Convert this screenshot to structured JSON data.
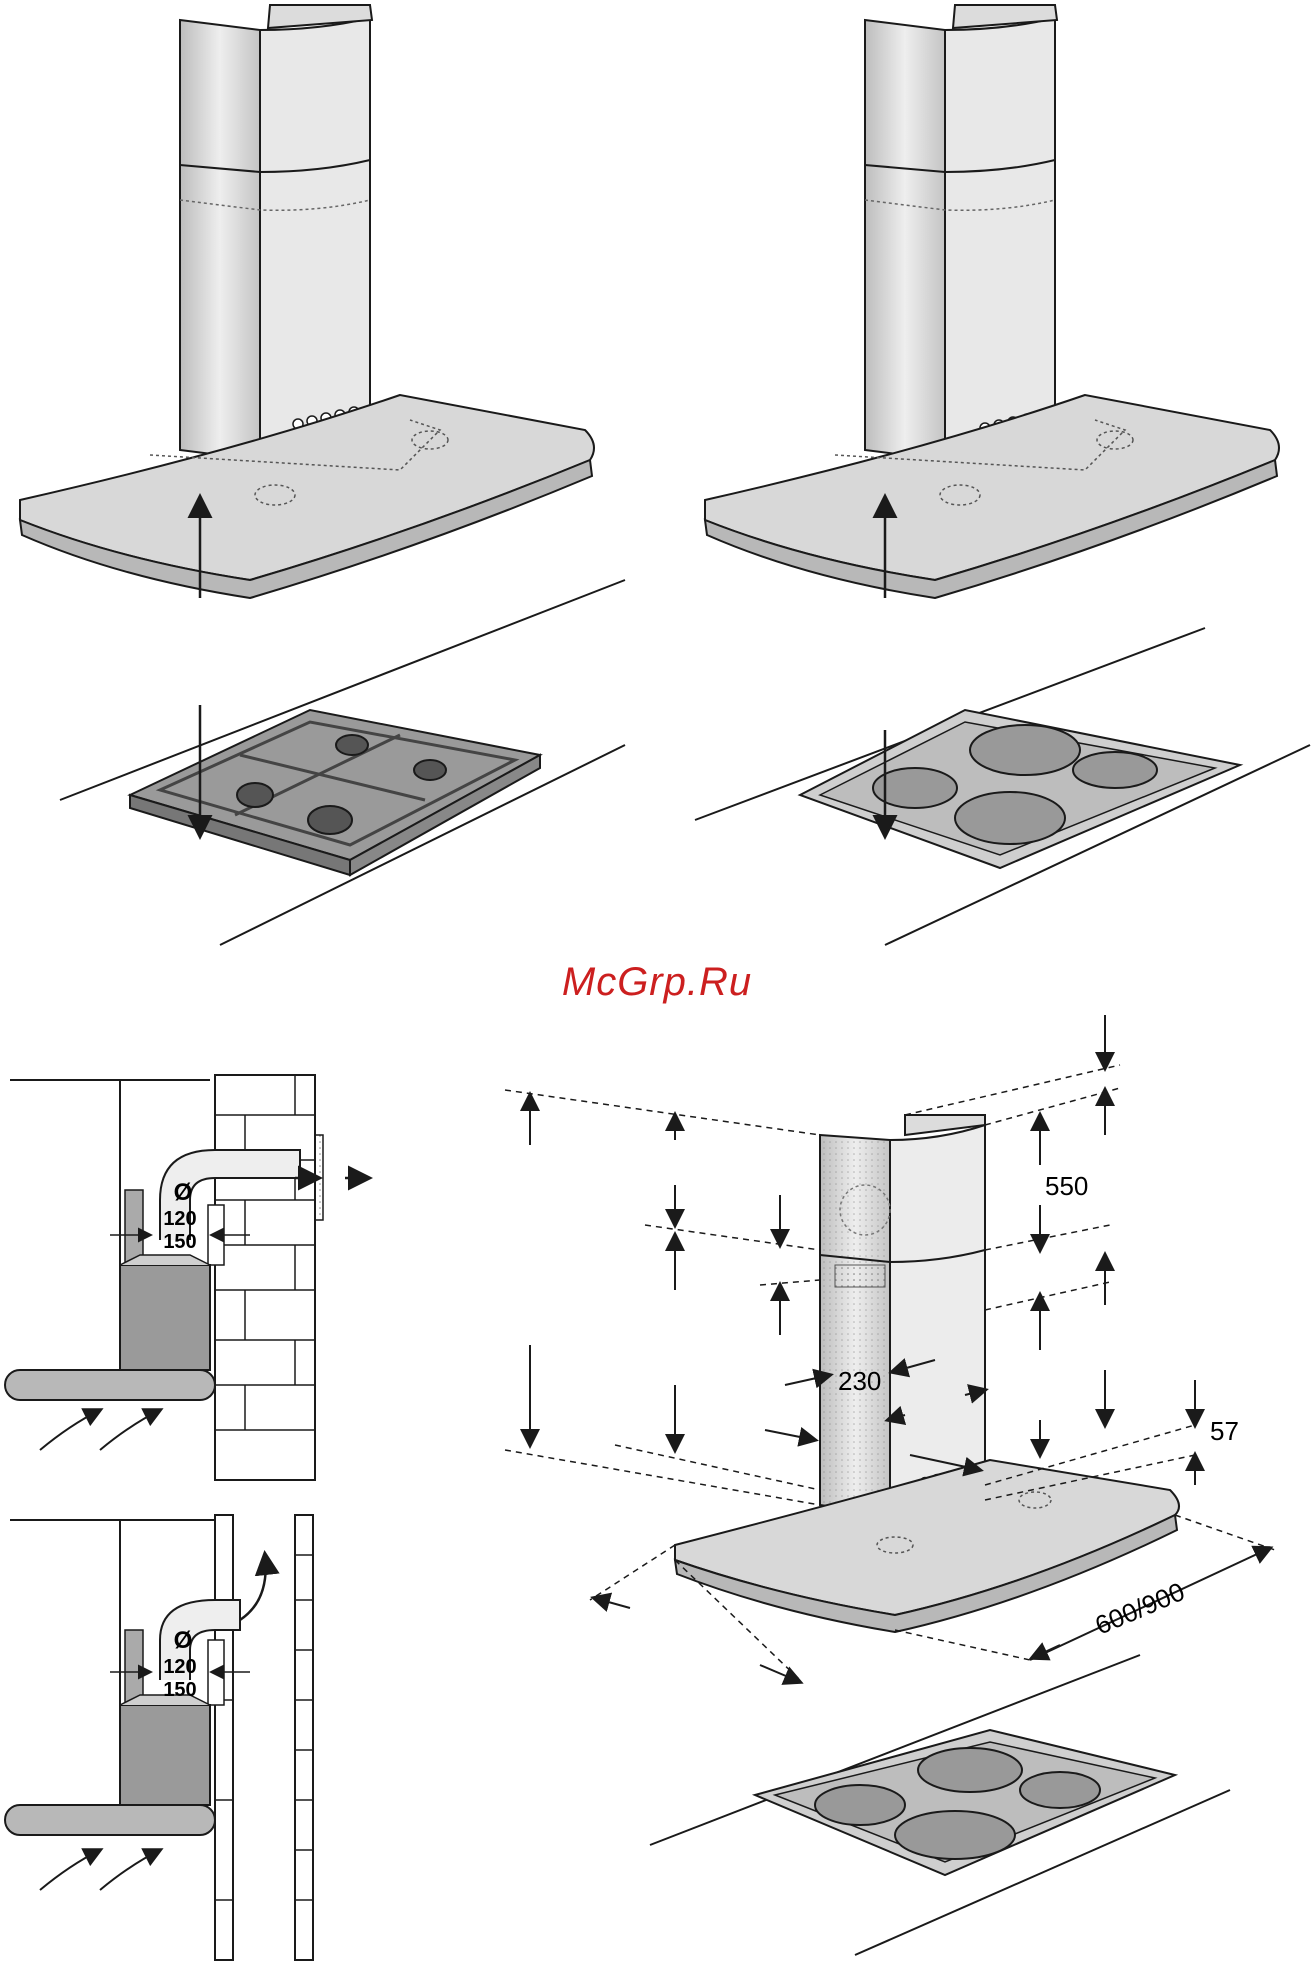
{
  "watermark": {
    "text": "McGrp.Ru",
    "color": "#cc1f1f"
  },
  "colors": {
    "line": "#1a1a1a",
    "metal_light": "#e6e6e6",
    "metal_mid": "#cfcfcf",
    "metal_dark": "#9a9a9a"
  },
  "duct_diagrams": [
    {
      "diameter_symbol": "Ø",
      "dim_a": "120",
      "dim_b": "150"
    },
    {
      "diameter_symbol": "Ø",
      "dim_a": "120",
      "dim_b": "150"
    }
  ],
  "dimensions": {
    "chimney_height": "550",
    "chimney_width": "230",
    "offset": "57",
    "hood_width": "600/900"
  }
}
